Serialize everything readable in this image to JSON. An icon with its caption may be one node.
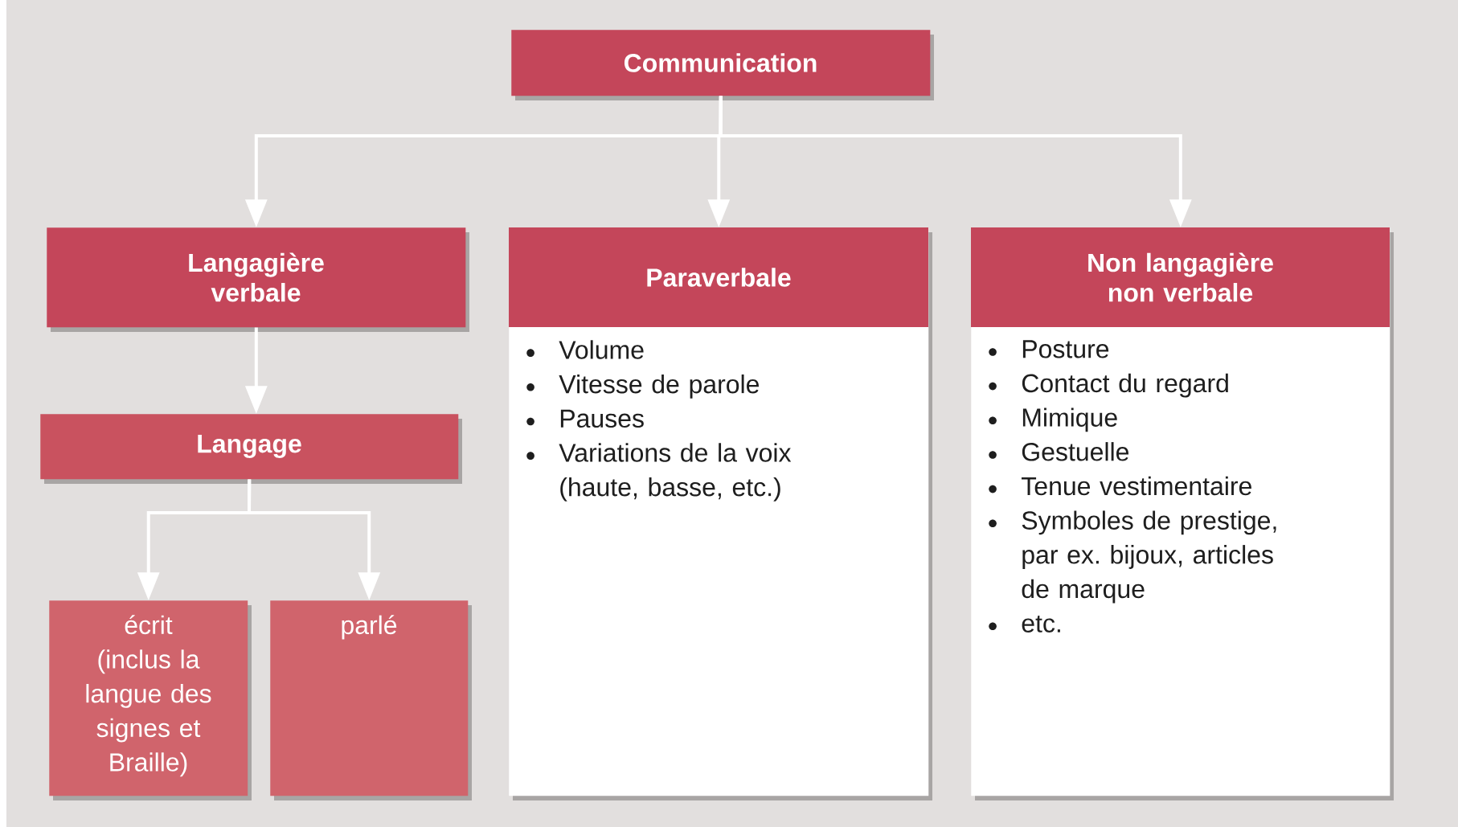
{
  "diagram": {
    "nodes": [
      {
        "text": [
          "Communication"
        ]
      },
      {
        "text": [
          "Langagière verbale"
        ]
      },
      {
        "text": [
          "Paraverbale",
          "Volume",
          "Vitesse de parole",
          "Pauses",
          "Variations de la voix (haute, basse, etc.)"
        ]
      },
      {
        "text": [
          "Non langagière non verbale",
          "Posture",
          "Contact du regard",
          "Mimique",
          "Gestuelle",
          "Tenue vestimentaire",
          "Symboles de prestige, par ex. bijoux, articles de marque",
          "etc."
        ]
      },
      {
        "text": [
          "Langage"
        ]
      },
      {
        "text": [
          "écrit (inclus la langue des signes et Braille)"
        ]
      },
      {
        "text": [
          "parlé"
        ]
      }
    ],
    "edges": [
      {
        "from": 0,
        "to": 1,
        "arrow": "to"
      },
      {
        "from": 0,
        "to": 2,
        "arrow": "to"
      },
      {
        "from": 0,
        "to": 3,
        "arrow": "to"
      },
      {
        "from": 1,
        "to": 4,
        "arrow": "to"
      },
      {
        "from": 4,
        "to": 5,
        "arrow": "to"
      },
      {
        "from": 4,
        "to": 6,
        "arrow": "to"
      }
    ]
  }
}
